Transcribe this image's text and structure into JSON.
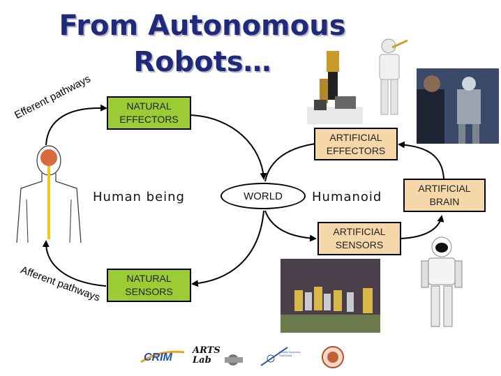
{
  "title": {
    "line1": "From Autonomous",
    "line2": "Robots…"
  },
  "boxes": {
    "natural_effectors": "NATURAL\nEFFECTORS",
    "natural_sensors": "NATURAL\nSENSORS",
    "artificial_effectors": "ARTIFICIAL\nEFFECTORS",
    "artificial_sensors": "ARTIFICIAL\nSENSORS",
    "artificial_brain": "ARTIFICIAL\nBRAIN",
    "world": "WORLD"
  },
  "labels": {
    "human": "Human being",
    "humanoid": "Humanoid",
    "efferent": "Efferent pathways",
    "afferent": "Afferent pathways"
  },
  "colors": {
    "title": "#1f2a7a",
    "green": "#9ccc35",
    "orange": "#f6d7aa"
  },
  "logos": [
    {
      "text": "CRIM"
    },
    {
      "text": "ARTS Lab"
    },
    {
      "text": "Scuola Superiore Sant'Anna"
    },
    {
      "text": ""
    }
  ]
}
